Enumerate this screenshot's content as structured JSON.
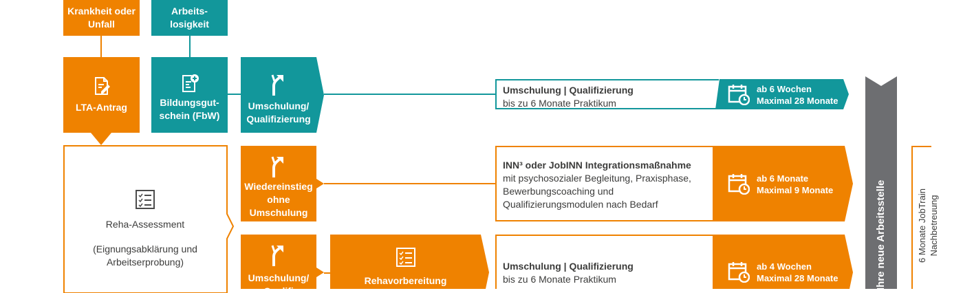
{
  "colors": {
    "orange": "#ef8200",
    "teal": "#12979b",
    "gray": "#6d6e71"
  },
  "headers": {
    "krankheit": "Krankheit oder Unfall",
    "arbeitslosigkeit": "Arbeits-losigkeit"
  },
  "boxes": {
    "lta": {
      "label": "LTA-Antrag",
      "icon": "document-edit-icon"
    },
    "bildung": {
      "label": "Bildungsgut-schein (FbW)",
      "icon": "document-add-icon"
    },
    "umschulung1": {
      "label": "Umschulung/ Qualifizierung",
      "icon": "path-branch-icon"
    },
    "wiedereinstieg": {
      "label": "Wiedereinstieg ohne Umschulung",
      "icon": "path-branch-icon"
    },
    "umschulung2": {
      "label": "Umschulung/ Qualifi",
      "icon": "path-branch-icon"
    },
    "rehavorbereitung": {
      "label": "Rehavorbereitung",
      "icon": "checklist-icon"
    }
  },
  "assessment": {
    "title": "Reha-Assessment",
    "subtitle_line1": "(Eignungsabklärung und",
    "subtitle_line2": "Arbeitserprobung)",
    "icon": "checklist-icon"
  },
  "programs": [
    {
      "title": "Umschulung | Qualifizierung",
      "lines": [
        "bis zu 6 Monate Praktikum"
      ],
      "duration_min": "ab 6 Wochen",
      "duration_max": "Maximal 28 Monate",
      "icon": "calendar-clock-icon"
    },
    {
      "title": "INN³ oder JobINN Integrationsmaßnahme",
      "lines": [
        "mit psychosozialer Begleitung, Praxisphase,",
        "Bewerbungscoaching und",
        "Qualifizierungsmodulen nach Bedarf"
      ],
      "duration_min": "ab 6 Monate",
      "duration_max": "Maximal 9 Monate",
      "icon": "calendar-clock-icon"
    },
    {
      "title": "Umschulung | Qualifizierung",
      "lines": [
        "bis zu 6 Monate Praktikum"
      ],
      "duration_min": "ab 4 Wochen",
      "duration_max": "Maximal 28 Monate",
      "icon": "calendar-clock-icon"
    }
  ],
  "vertical": {
    "arbeitsstelle": "Ihre neue Arbeitsstelle",
    "jobtrain": "6 Monate JobTrain Nachbetreuung"
  }
}
